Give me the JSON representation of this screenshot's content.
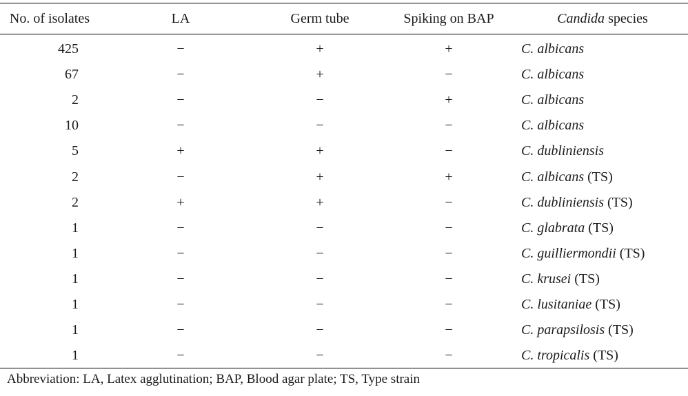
{
  "table": {
    "headers": {
      "isolates": "No. of isolates",
      "la": "LA",
      "germ_tube": "Germ tube",
      "spiking": "Spiking on BAP",
      "species_italic": "Candida",
      "species_rest": " species"
    },
    "rows": [
      {
        "isolates": "425",
        "la": "−",
        "germ_tube": "+",
        "spiking": "+",
        "species": "C. albicans",
        "suffix": ""
      },
      {
        "isolates": "67",
        "la": "−",
        "germ_tube": "+",
        "spiking": "−",
        "species": "C. albicans",
        "suffix": ""
      },
      {
        "isolates": "2",
        "la": "−",
        "germ_tube": "−",
        "spiking": "+",
        "species": "C. albicans",
        "suffix": ""
      },
      {
        "isolates": "10",
        "la": "−",
        "germ_tube": "−",
        "spiking": "−",
        "species": "C. albicans",
        "suffix": ""
      },
      {
        "isolates": "5",
        "la": "+",
        "germ_tube": "+",
        "spiking": "−",
        "species": "C. dubliniensis",
        "suffix": ""
      },
      {
        "isolates": "2",
        "la": "−",
        "germ_tube": "+",
        "spiking": "+",
        "species": "C. albicans",
        "suffix": " (TS)"
      },
      {
        "isolates": "2",
        "la": "+",
        "germ_tube": "+",
        "spiking": "−",
        "species": "C. dubliniensis",
        "suffix": " (TS)"
      },
      {
        "isolates": "1",
        "la": "−",
        "germ_tube": "−",
        "spiking": "−",
        "species": "C. glabrata",
        "suffix": " (TS)"
      },
      {
        "isolates": "1",
        "la": "−",
        "germ_tube": "−",
        "spiking": "−",
        "species": "C. guilliermondii",
        "suffix": " (TS)"
      },
      {
        "isolates": "1",
        "la": "−",
        "germ_tube": "−",
        "spiking": "−",
        "species": "C. krusei",
        "suffix": " (TS)"
      },
      {
        "isolates": "1",
        "la": "−",
        "germ_tube": "−",
        "spiking": "−",
        "species": "C. lusitaniae",
        "suffix": " (TS)"
      },
      {
        "isolates": "1",
        "la": "−",
        "germ_tube": "−",
        "spiking": "−",
        "species": "C. parapsilosis",
        "suffix": " (TS)"
      },
      {
        "isolates": "1",
        "la": "−",
        "germ_tube": "−",
        "spiking": "−",
        "species": "C. tropicalis",
        "suffix": " (TS)"
      }
    ]
  },
  "footnote": "Abbreviation: LA, Latex agglutination; BAP, Blood agar plate; TS, Type strain"
}
